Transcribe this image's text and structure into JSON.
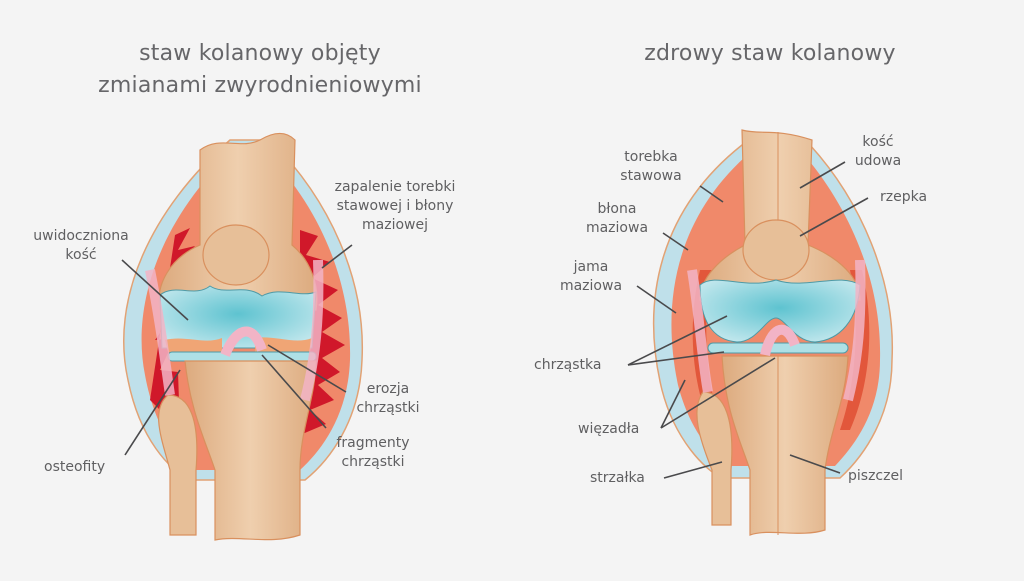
{
  "colors": {
    "background": "#f4f4f4",
    "text": "#5f5f61",
    "bone": "#e2b48b",
    "bone_light": "#ecc9a5",
    "bone_outline": "#d9905e",
    "capsule": "#bfe0ea",
    "synovium": "#f0896a",
    "synovium_dark": "#e2573b",
    "inflamed": "#d0182a",
    "cartilage": "#8fd0da",
    "ligament": "#f2b4c6",
    "leader_line": "#4a4a4c"
  },
  "left_panel": {
    "title_line1": "staw kolanowy objęty",
    "title_line2": "zmianami zwyrodnieniowymi",
    "labels": {
      "visible_bone": "uwidoczniona\nkość",
      "inflammation": "zapalenie torebki\nstawowej i błony\nmaziowej",
      "cartilage_erosion": "erozja\nchrząstki",
      "cartilage_fragments": "fragmenty\nchrząstki",
      "osteophytes": "osteofity"
    }
  },
  "right_panel": {
    "title": "zdrowy staw kolanowy",
    "labels": {
      "joint_capsule": "torebka\nstawowa",
      "synovial_membrane": "błona\nmaziowa",
      "synovial_cavity": "jama\nmaziowa",
      "cartilage": "chrząstka",
      "ligaments": "więzadła",
      "fibula": "strzałka",
      "femur": "kość\nudowa",
      "patella": "rzepka",
      "tibia": "piszczel"
    }
  }
}
